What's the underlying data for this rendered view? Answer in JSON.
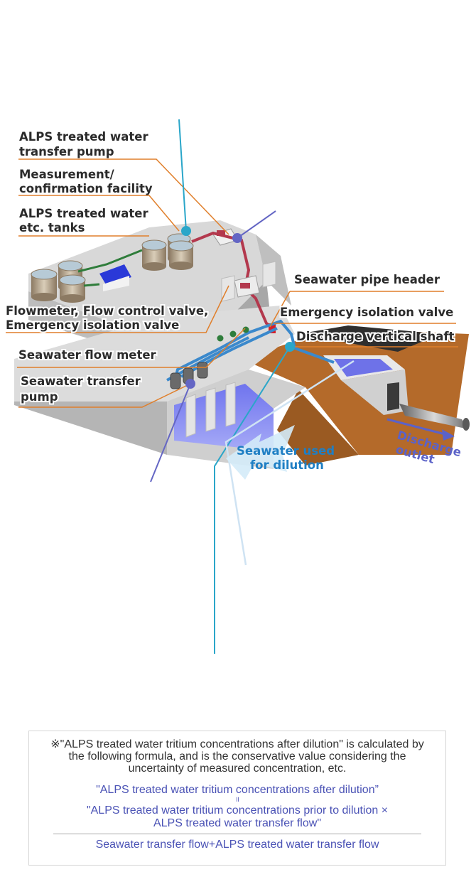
{
  "labels": {
    "transfer_pump_l1": "ALPS treated water",
    "transfer_pump_l2": "transfer pump",
    "measurement_l1": "Measurement/",
    "measurement_l2": "confirmation facility",
    "tanks_l1": "ALPS treated water",
    "tanks_l2": "etc. tanks",
    "flowmeter_l1": "Flowmeter, Flow control valve,",
    "flowmeter_l2": "Emergency isolation valve",
    "seawater_flow_meter": "Seawater flow meter",
    "seawater_pump_l1": "Seawater transfer",
    "seawater_pump_l2": "pump",
    "pipe_header": "Seawater pipe header",
    "emergency_valve": "Emergency isolation valve",
    "vertical_shaft": "Discharge vertical shaft",
    "dilution_l1": "Seawater used",
    "dilution_l2": "for dilution",
    "discharge_l1": "Discharge",
    "discharge_l2": "outlet"
  },
  "colors": {
    "leader_line": "#e07f2b",
    "cyan_line": "#2aa6c9",
    "purple_line": "#6466c4",
    "pale_line": "#cfe3f3",
    "concrete": "#d6d6d6",
    "earth": "#b46a2a",
    "water": "#7a7ef0"
  },
  "note": {
    "text": "※\"ALPS treated water tritium concentrations after dilution\" is calculated by the following formula, and is the conservative value considering the uncertainty of measured concentration, etc.",
    "formula_result": "\"ALPS treated water tritium concentrations after dilution”",
    "equals": "॥",
    "numerator_l1": "\"ALPS treated water tritium concentrations prior to dilution ×",
    "numerator_l2": "ALPS treated water transfer flow\"",
    "denominator": "Seawater transfer flow+ALPS treated water transfer flow"
  }
}
